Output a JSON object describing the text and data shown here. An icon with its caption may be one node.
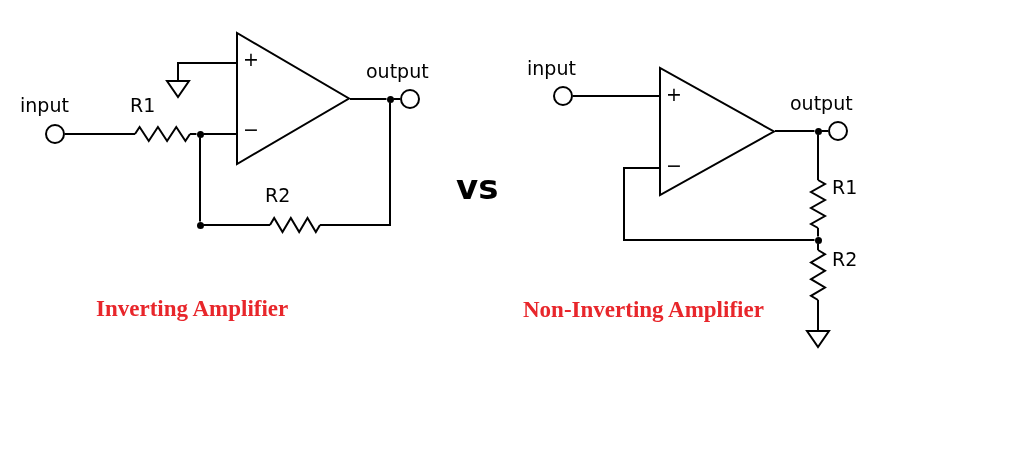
{
  "diagram": {
    "nodes": [
      {
        "text": [
          "+",
          "−"
        ]
      },
      {
        "text": [],
        "shape": "ground"
      },
      {
        "text": [],
        "shape": "circle",
        "beside": [
          "input"
        ]
      },
      {
        "text": [],
        "shape": "resistor",
        "beside": [
          "R1"
        ]
      },
      {
        "text": [],
        "shape": "dot"
      },
      {
        "text": [],
        "shape": "dot"
      },
      {
        "text": [],
        "shape": "resistor",
        "beside": [
          "R2"
        ]
      },
      {
        "text": [],
        "shape": "dot"
      },
      {
        "text": [],
        "shape": "circle",
        "beside": [
          "output"
        ]
      },
      {
        "text": [
          "+",
          "−"
        ]
      },
      {
        "text": [],
        "shape": "circle",
        "beside": [
          "input"
        ]
      },
      {
        "text": [],
        "shape": "dot"
      },
      {
        "text": [],
        "shape": "circle",
        "beside": [
          "output"
        ]
      },
      {
        "text": [],
        "shape": "resistor",
        "beside": [
          "R1"
        ]
      },
      {
        "text": [],
        "shape": "dot"
      },
      {
        "text": [],
        "shape": "resistor",
        "beside": [
          "R2"
        ]
      },
      {
        "text": [],
        "shape": "ground"
      }
    ],
    "edges": [
      {
        "from": 1,
        "to": 0,
        "arrow": "none"
      },
      {
        "from": 2,
        "to": 3,
        "arrow": "none"
      },
      {
        "from": 3,
        "to": 4,
        "arrow": "none"
      },
      {
        "from": 4,
        "to": 0,
        "arrow": "none"
      },
      {
        "from": 4,
        "to": 5,
        "arrow": "none"
      },
      {
        "from": 5,
        "to": 6,
        "arrow": "none"
      },
      {
        "from": 6,
        "to": 7,
        "arrow": "none"
      },
      {
        "from": 0,
        "to": 7,
        "arrow": "none"
      },
      {
        "from": 7,
        "to": 8,
        "arrow": "none"
      },
      {
        "from": 10,
        "to": 9,
        "arrow": "none"
      },
      {
        "from": 9,
        "to": 11,
        "arrow": "none"
      },
      {
        "from": 11,
        "to": 12,
        "arrow": "none"
      },
      {
        "from": 11,
        "to": 13,
        "arrow": "none"
      },
      {
        "from": 13,
        "to": 14,
        "arrow": "none"
      },
      {
        "from": 14,
        "to": 9,
        "arrow": "none"
      },
      {
        "from": 14,
        "to": 15,
        "arrow": "none"
      },
      {
        "from": 15,
        "to": 16,
        "arrow": "none"
      }
    ],
    "labels": [
      "Inverting Amplifier",
      "vs",
      "Non-Inverting Amplifier"
    ]
  }
}
